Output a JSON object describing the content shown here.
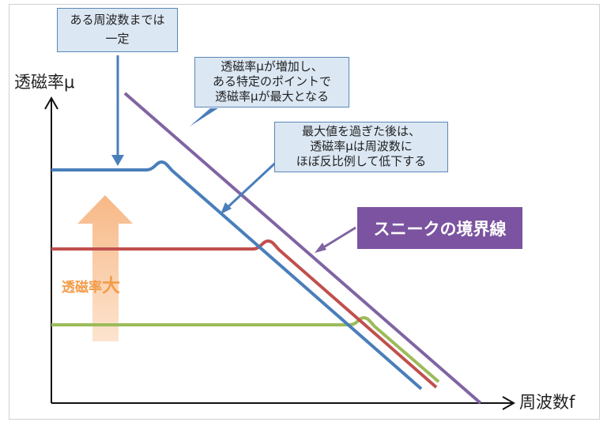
{
  "axes": {
    "y_label": "透磁率μ",
    "x_label": "周波数f"
  },
  "callouts": {
    "constant": "ある周波数までは\n一定",
    "peak": "透磁率μが増加し、\nある特定のポイントで\n透磁率μが最大となる",
    "decline": "最大値を過ぎた後は、\n透磁率μは周波数に\nほぼ反比例して低下する"
  },
  "snake_label": "スニークの境界線",
  "permeability_increase": {
    "prefix": "透磁率",
    "suffix": "大"
  },
  "colors": {
    "blue": "#4a7ebb",
    "red": "#c0504d",
    "green": "#9bbb59",
    "purple": "#8064a2",
    "snake_box": "#7b53a0",
    "arrow_orange": "#f9c9a3",
    "callout_fill": "#dbe7f3",
    "callout_border": "#5b87b8"
  }
}
